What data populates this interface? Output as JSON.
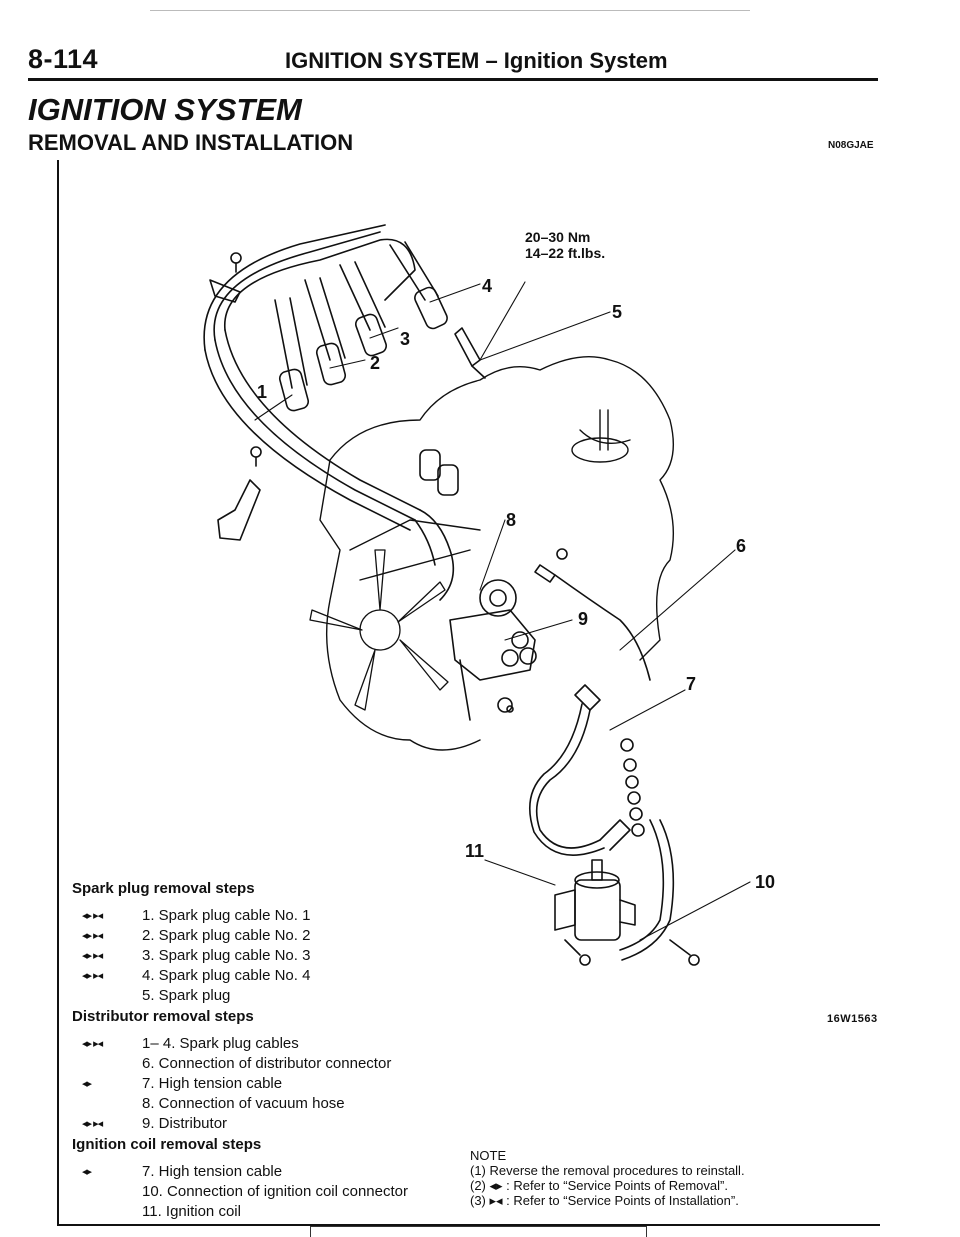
{
  "header": {
    "page_number": "8-114",
    "running_head": "IGNITION SYSTEM – Ignition System"
  },
  "title": "IGNITION SYSTEM",
  "subtitle": "REMOVAL AND INSTALLATION",
  "doc_code": "N08GJAE",
  "figure": {
    "code": "16W1563",
    "torque_nm": "20–30 Nm",
    "torque_ftlbs": "14–22 ft.lbs.",
    "callouts": [
      "1",
      "2",
      "3",
      "4",
      "5",
      "6",
      "7",
      "8",
      "9",
      "10",
      "11"
    ]
  },
  "sections": [
    {
      "heading": "Spark plug removal steps",
      "items": [
        {
          "symbols": "◂▸ ▸◂",
          "label": "1. Spark plug cable No. 1"
        },
        {
          "symbols": "◂▸ ▸◂",
          "label": "2. Spark plug cable No. 2"
        },
        {
          "symbols": "◂▸ ▸◂",
          "label": "3. Spark plug cable No. 3"
        },
        {
          "symbols": "◂▸ ▸◂",
          "label": "4. Spark plug cable No. 4"
        },
        {
          "symbols": "",
          "label": "5. Spark plug"
        }
      ]
    },
    {
      "heading": "Distributor removal steps",
      "items": [
        {
          "symbols": "◂▸ ▸◂",
          "label": "1– 4. Spark plug cables"
        },
        {
          "symbols": "",
          "label": "6. Connection of distributor connector"
        },
        {
          "symbols": "◂▸",
          "label": "7. High tension cable"
        },
        {
          "symbols": "",
          "label": "8. Connection of vacuum hose"
        },
        {
          "symbols": "◂▸ ▸◂",
          "label": "9. Distributor"
        }
      ]
    },
    {
      "heading": "Ignition coil removal steps",
      "items": [
        {
          "symbols": "◂▸",
          "label": "7. High tension cable"
        },
        {
          "symbols": "",
          "label": "10. Connection of ignition coil connector"
        },
        {
          "symbols": "",
          "label": "11. Ignition coil"
        }
      ]
    }
  ],
  "note": {
    "heading": "NOTE",
    "lines": [
      "(1) Reverse the removal procedures to reinstall.",
      "(2) ◂▸ : Refer to “Service Points of Removal”.",
      "(3) ▸◂ : Refer to “Service Points of Installation”."
    ]
  }
}
